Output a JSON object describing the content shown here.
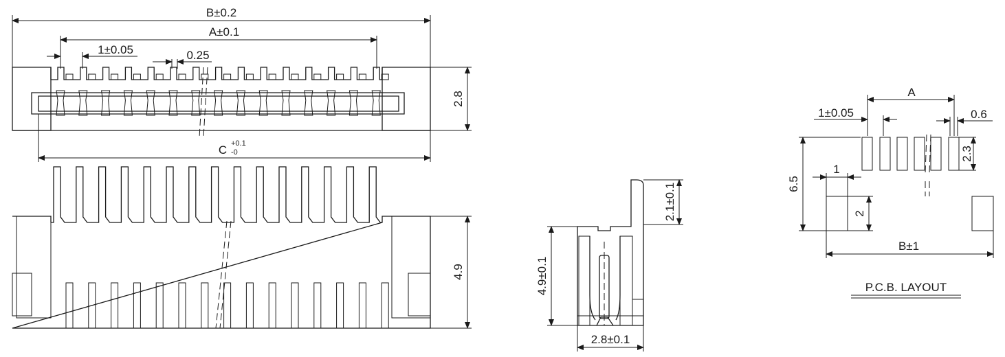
{
  "top_view": {
    "dim_b": "B±0.2",
    "dim_a": "A±0.1",
    "dim_pitch": "1±0.05",
    "dim_pin_width": "0.25",
    "dim_height": "2.8",
    "dim_c": "C",
    "dim_c_tol_plus": "+0.1",
    "dim_c_tol_minus": "-0"
  },
  "front_view": {
    "dim_height": "4.9"
  },
  "side_view": {
    "dim_height": "4.9±0.1",
    "dim_tail": "2.1±0.1",
    "dim_width": "2.8±0.1"
  },
  "pcb_layout": {
    "dim_a": "A",
    "dim_pitch": "1±0.05",
    "dim_pad_width": "0.6",
    "dim_pad_length": "2.3",
    "dim_overall": "6.5",
    "dim_tab_width": "1",
    "dim_tab_height": "2",
    "dim_b": "B±1",
    "caption": "P.C.B. LAYOUT"
  }
}
